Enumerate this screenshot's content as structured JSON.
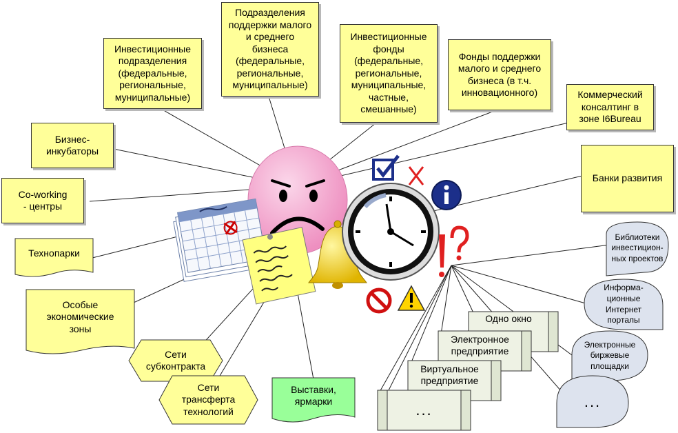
{
  "nodes": {
    "invest_div": "Инвестиционные\nподразделения\n(федеральные,\nрегиональные,\nмуниципальные)",
    "sme_support_div": "Подразделения\nподдержки малого\nи среднего\nбизнеса\n(федеральные,\nрегиональные,\nмуниципальные)",
    "invest_funds": "Инвестиционные\nфонды\n(федеральные,\nрегиональные,\nмуниципальные,\nчастные,\nсмешанные)",
    "sme_funds": "Фонды поддержки\nмалого и среднего\nбизнеса  (в т.ч.\nинновационного)",
    "consulting": "Коммерческий\nконсалтинг в\nзоне I6Bureau",
    "incubators": "Бизнес-\nинкубаторы",
    "coworking": "Co-working\n- центры",
    "dev_banks": "Банки развития",
    "technoparks": "Технопарки",
    "sez": "Особые\nэкономические\nзоны",
    "subcontract": "Сети\nсубконтракта",
    "tech_transfer": "Сети\nтрансферта\nтехнологий",
    "exhibitions": "Выставки,\nярмарки"
  },
  "stack": {
    "one_window": "Одно окно",
    "e_enterprise": "Электронное\nпредприятие",
    "virtual": "Виртуальное\nпредприятие",
    "more": "..."
  },
  "bubbles": {
    "libraries": "Библиотеки\nинвестицион-\nных проектов",
    "portals": "Информа-\nционные\nИнтернет\nпорталы",
    "exchanges": "Электронные\nбиржевые\nплощадки",
    "more": "..."
  },
  "colors": {
    "yellow": "#ffff99",
    "green": "#99ff99",
    "bubble": "#dde3ee",
    "card": "#eef2e4",
    "face": "#f4a9cf"
  },
  "icons": [
    "sad-face-icon",
    "calendar-icon",
    "note-icon",
    "bell-icon",
    "clock-icon",
    "checkbox-icon",
    "red-cross-icon",
    "info-icon",
    "question-icon",
    "exclamation-icon",
    "no-entry-icon",
    "warning-icon"
  ]
}
